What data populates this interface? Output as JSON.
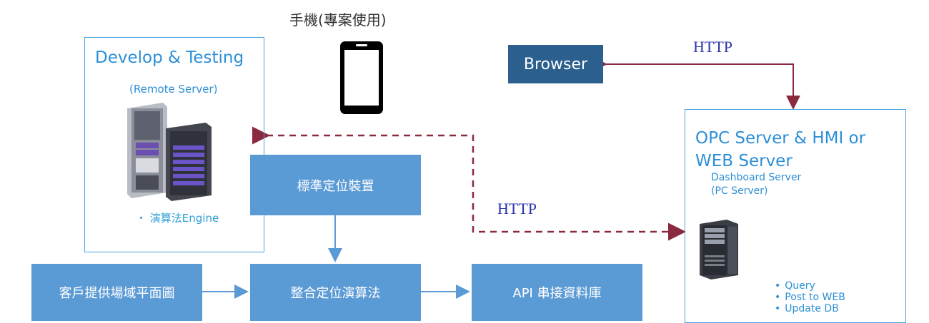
{
  "phone": {
    "caption": "手機(專案使用)"
  },
  "develop": {
    "title": "Develop & Testing",
    "subtitle": "(Remote Server)",
    "engine": "・ 演算法Engine"
  },
  "boxes": {
    "standard_device": "標準定位裝置",
    "customer_floorplan": "客戶提供場域平面圖",
    "integrated_algorithm": "整合定位演算法",
    "api_database": "API 串接資料庫"
  },
  "browser": {
    "label": "Browser"
  },
  "http": {
    "top": "HTTP",
    "middle": "HTTP"
  },
  "opc": {
    "title_line1": "OPC Server & HMI or",
    "title_line2": "WEB Server",
    "subtitle_line1": "Dashboard Server",
    "subtitle_line2": "(PC Server)",
    "items": [
      "Query",
      "Post to WEB",
      "Update DB"
    ]
  },
  "colors": {
    "box_blue": "#5b9bd5",
    "browser_blue": "#2a5f8e",
    "panel_border": "#4aa3df",
    "connector_red": "#8b2a3f",
    "http_text": "#2b35a8"
  }
}
